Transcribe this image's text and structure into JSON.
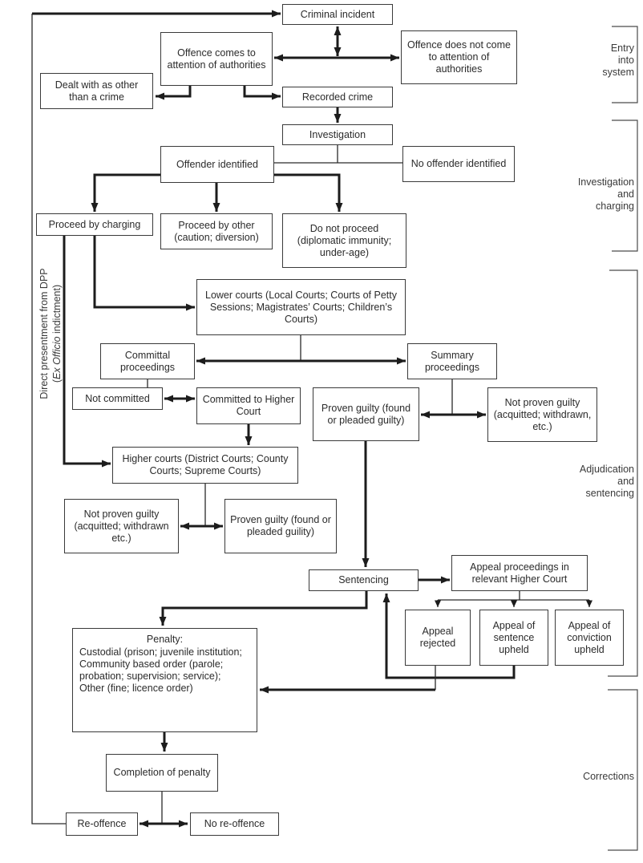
{
  "boxes": {
    "criminal_incident": "Criminal incident",
    "offence_attention": "Offence comes to attention of authorities",
    "offence_no_attention": "Offence does not come to attention of authorities",
    "dealt_other": "Dealt with as other than a crime",
    "recorded_crime": "Recorded crime",
    "investigation": "Investigation",
    "offender_identified": "Offender identified",
    "no_offender": "No offender identified",
    "proceed_charging": "Proceed by charging",
    "proceed_other": "Proceed by other (caution; diversion)",
    "do_not_proceed": "Do not proceed (diplomatic immunity; under-age)",
    "lower_courts": "Lower courts (Local Courts; Courts of Petty Sessions; Magistrates’ Courts; Children’s Courts)",
    "committal_proceedings": "Committal proceedings",
    "summary_proceedings": "Summary proceedings",
    "not_committed": "Not committed",
    "committed_higher": "Committed to Higher Court",
    "proven_guilty_summary": "Proven guilty (found or pleaded guilty)",
    "not_proven_summary": "Not proven guilty (acquitted; withdrawn, etc.)",
    "higher_courts": "Higher courts (District Courts; County Courts; Supreme Courts)",
    "not_proven_higher": "Not proven guilty (acquitted; withdrawn etc.)",
    "proven_guilty_higher": "Proven guilty (found or pleaded guility)",
    "sentencing": "Sentencing",
    "appeal_proceedings": "Appeal proceedings in relevant Higher Court",
    "appeal_rejected": "Appeal rejected",
    "appeal_sentence": "Appeal of sentence upheld",
    "appeal_conviction": "Appeal of conviction upheld",
    "penalty": {
      "title": "Penalty:",
      "lines": [
        "Custodial (prison; juvenile institution;",
        "Community based order (parole; probation; supervision; service);",
        "Other (fine; licence order)"
      ]
    },
    "completion": "Completion of penalty",
    "re_offence": "Re-offence",
    "no_re_offence": "No re-offence"
  },
  "rotated_label": {
    "line1": "Direct presentment from DPP",
    "line2_open": "(",
    "line2_italic": "Ex Officio",
    "line2_rest": " indictment)"
  },
  "section_labels": [
    {
      "id": "entry",
      "lines": [
        "Entry",
        "into",
        "system"
      ]
    },
    {
      "id": "investigation",
      "lines": [
        "Investigation",
        "and",
        "charging"
      ]
    },
    {
      "id": "adjudication",
      "lines": [
        "Adjudication",
        "and",
        "sentencing"
      ]
    },
    {
      "id": "corrections",
      "lines": [
        "Corrections"
      ]
    }
  ],
  "colors": {
    "line": "#1c1c1c",
    "box_border": "#3a3a3a",
    "text": "#2b2b2b",
    "background": "#ffffff"
  }
}
